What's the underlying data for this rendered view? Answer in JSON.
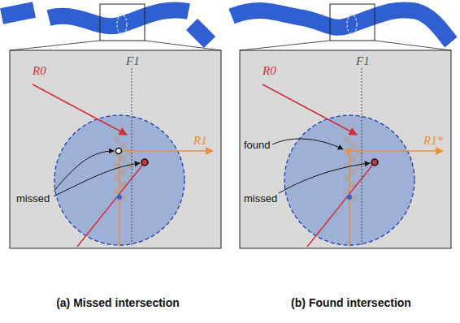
{
  "diagram": {
    "labels": [
      "R0",
      "F1",
      "R1",
      "missed",
      "(a) Missed intersection",
      "R0",
      "F1",
      "R1*",
      "found",
      "missed",
      "(b) Found intersection"
    ]
  }
}
